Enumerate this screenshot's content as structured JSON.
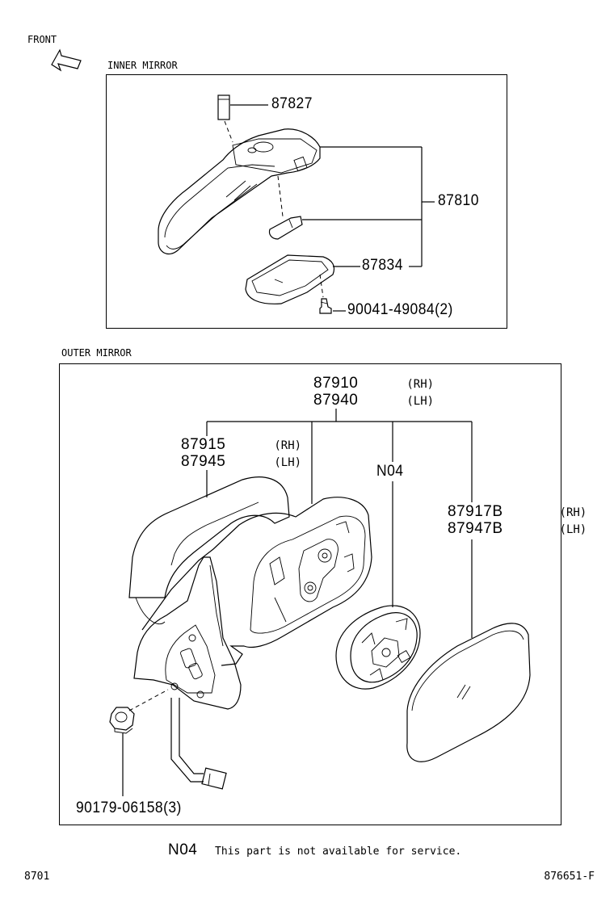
{
  "front_label": "FRONT",
  "inner": {
    "title": "INNER MIRROR",
    "parts": {
      "p87827": "87827",
      "p87810": "87810",
      "p87834": "87834",
      "p90041": "90041-49084(2)"
    }
  },
  "outer": {
    "title": "OUTER MIRROR",
    "parts": {
      "p87910": "87910",
      "p87910_side": "(RH)",
      "p87940": "87940",
      "p87940_side": "(LH)",
      "p87915": "87915",
      "p87915_side": "(RH)",
      "p87945": "87945",
      "p87945_side": "(LH)",
      "n04": "N04",
      "p87917B": "87917B",
      "p87917B_side": "(RH)",
      "p87947B": "87947B",
      "p87947B_side": "(LH)",
      "p90179": "90179-06158(3)"
    }
  },
  "note": {
    "code": "N04",
    "text": "This part is not available for service."
  },
  "footer": {
    "left": "8701",
    "right": "876651-F"
  }
}
